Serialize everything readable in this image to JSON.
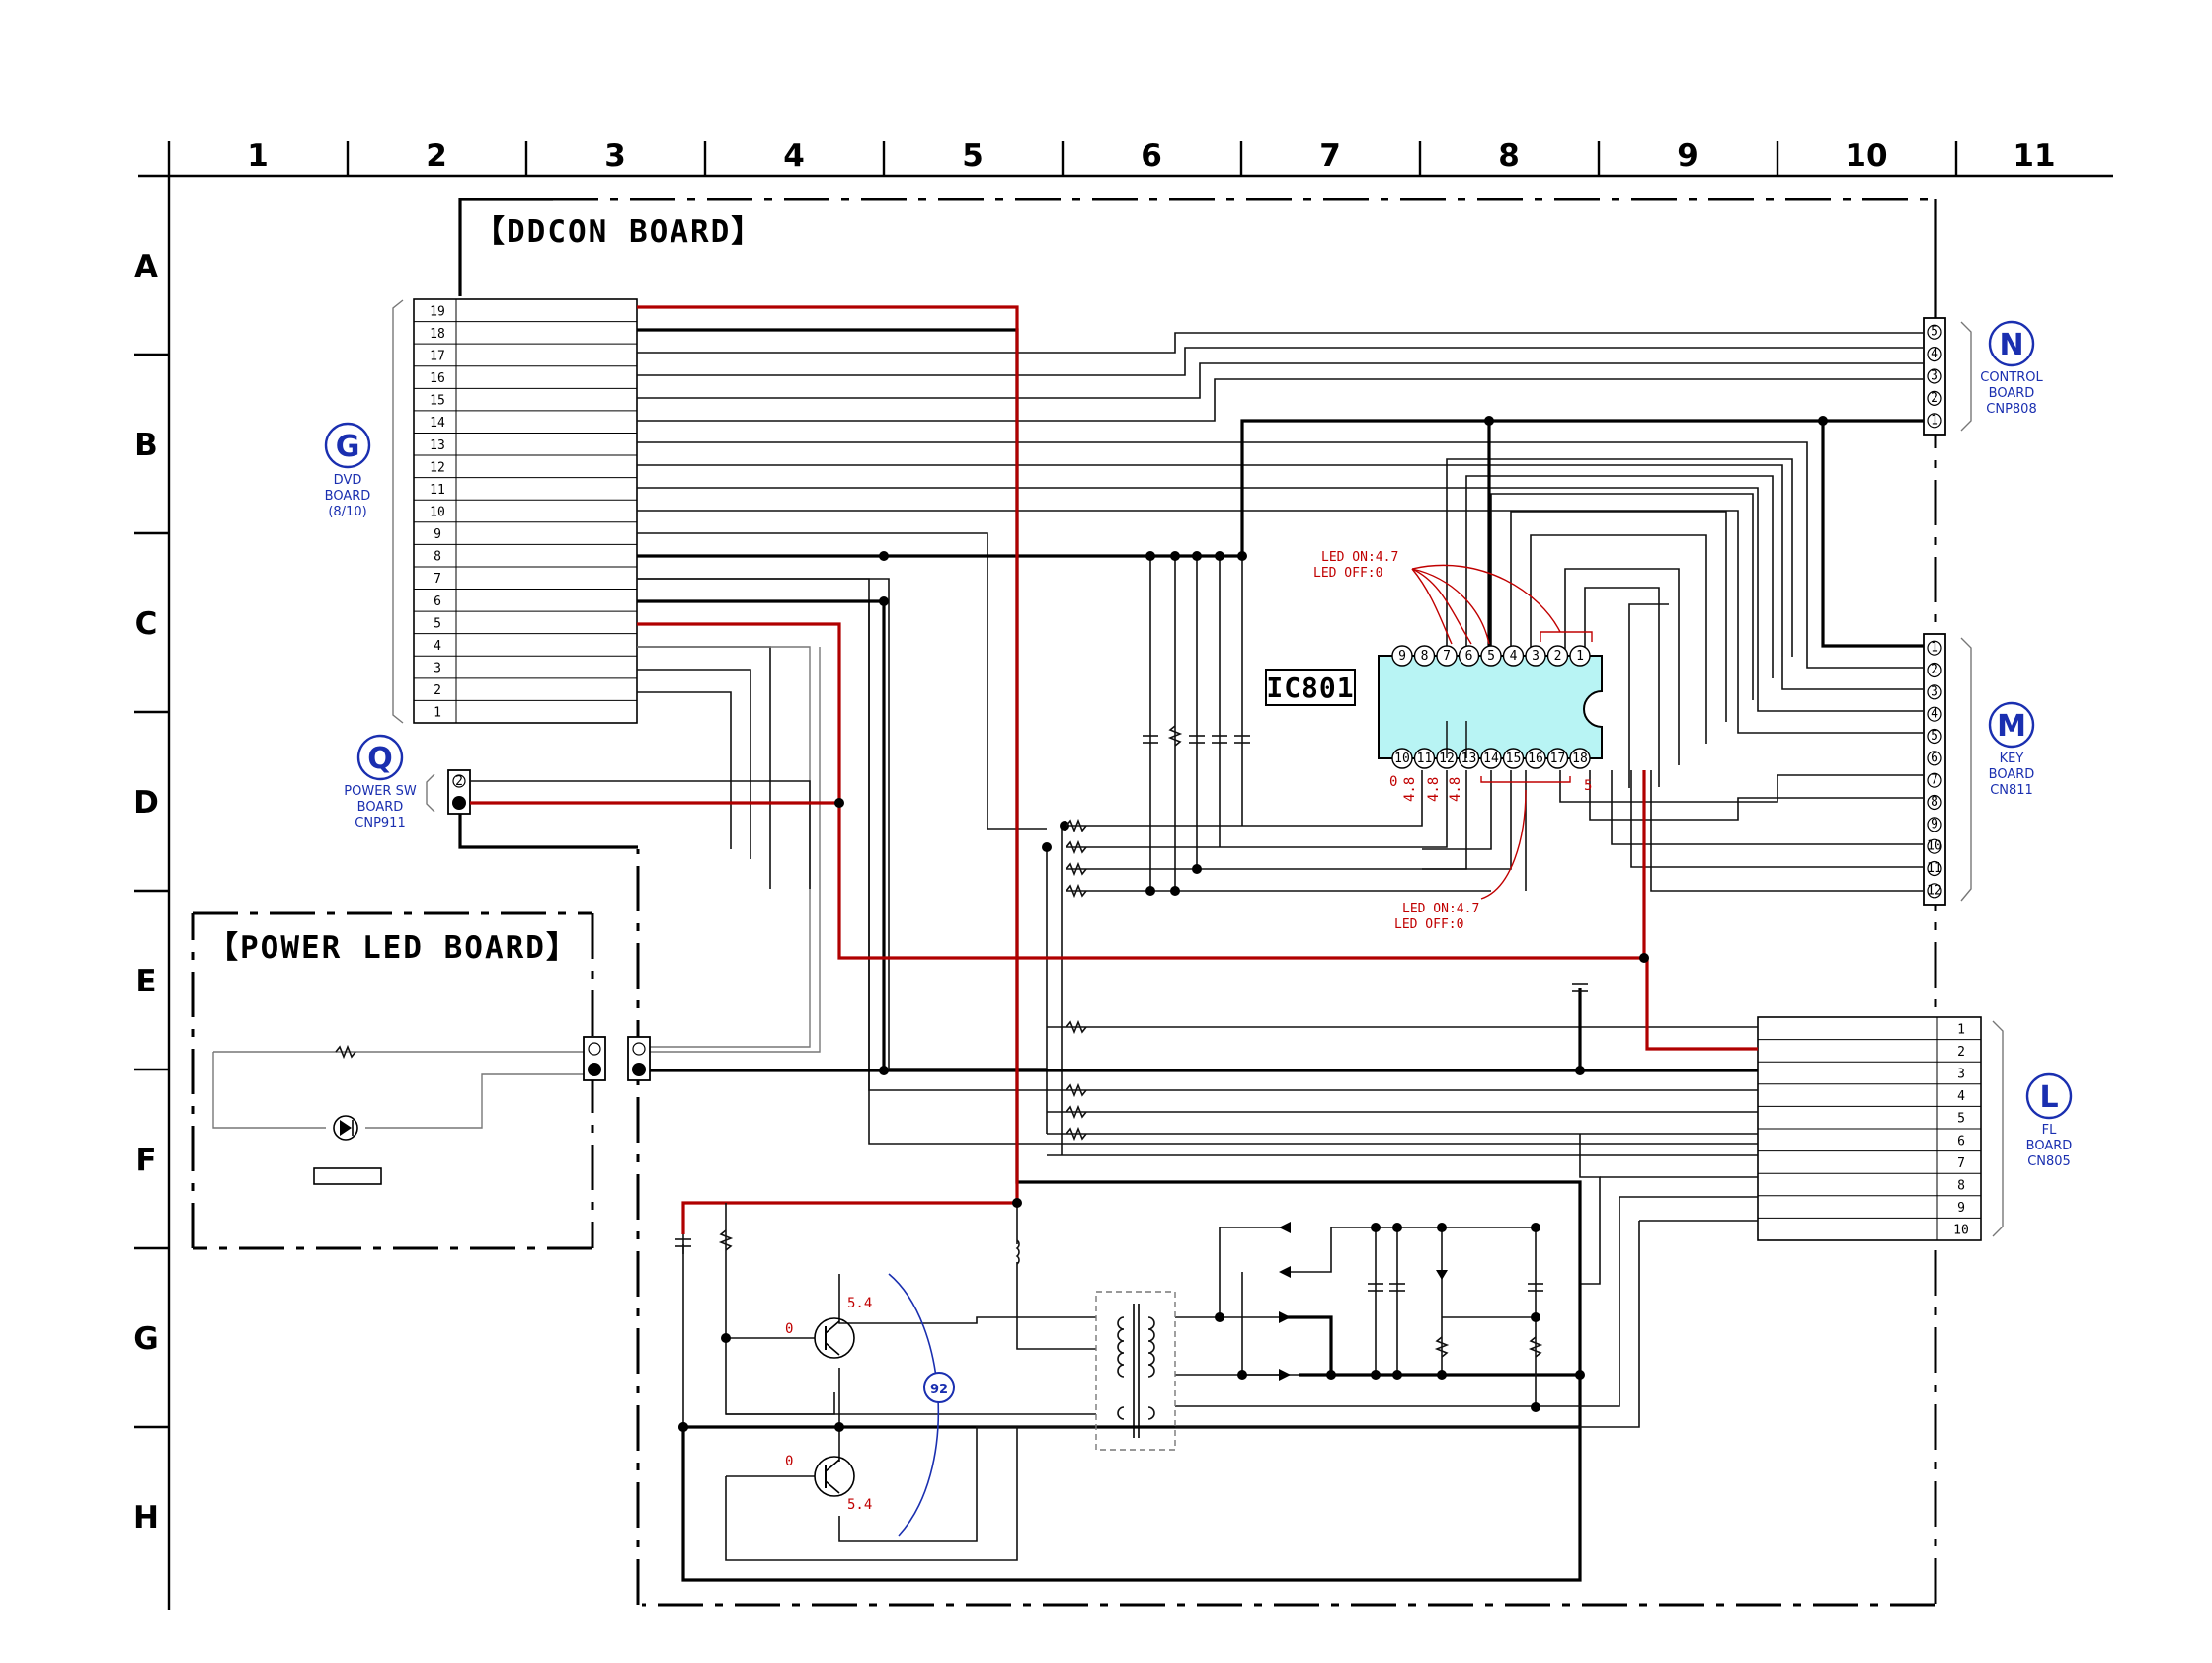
{
  "grid": {
    "columns": [
      "1",
      "2",
      "3",
      "4",
      "5",
      "6",
      "7",
      "8",
      "9",
      "10",
      "11"
    ],
    "rows": [
      "A",
      "B",
      "C",
      "D",
      "E",
      "F",
      "G",
      "H"
    ]
  },
  "boards": {
    "ddcon": "【DDCON BOARD】",
    "power_led": "【POWER LED BOARD】"
  },
  "ic": {
    "label": "IC801",
    "top_pins": [
      "9",
      "8",
      "7",
      "6",
      "5",
      "4",
      "3",
      "2",
      "1"
    ],
    "bottom_pins": [
      "10",
      "11",
      "12",
      "13",
      "14",
      "15",
      "16",
      "17",
      "18"
    ]
  },
  "connectors": {
    "G": {
      "letter": "G",
      "lines": [
        "DVD",
        "BOARD",
        "(8/10)"
      ],
      "pins": [
        "19",
        "18",
        "17",
        "16",
        "15",
        "14",
        "13",
        "12",
        "11",
        "10",
        "9",
        "8",
        "7",
        "6",
        "5",
        "4",
        "3",
        "2",
        "1"
      ]
    },
    "N": {
      "letter": "N",
      "lines": [
        "CONTROL",
        "BOARD",
        "CNP808"
      ],
      "pins": [
        "5",
        "4",
        "3",
        "2",
        "1"
      ]
    },
    "M": {
      "letter": "M",
      "lines": [
        "KEY",
        "BOARD",
        "CN811"
      ],
      "pins": [
        "1",
        "2",
        "3",
        "4",
        "5",
        "6",
        "7",
        "8",
        "9",
        "10",
        "11",
        "12"
      ]
    },
    "Q": {
      "letter": "Q",
      "lines": [
        "POWER SW",
        "BOARD",
        "CNP911"
      ],
      "pins": [
        "2",
        "1"
      ]
    },
    "L": {
      "letter": "L",
      "lines": [
        "FL",
        "BOARD",
        "CN805"
      ],
      "pins": [
        "1",
        "2",
        "3",
        "4",
        "5",
        "6",
        "7",
        "8",
        "9",
        "10"
      ]
    }
  },
  "annotations": {
    "led_top": [
      "LED ON:4.7",
      "LED OFF:0"
    ],
    "led_bottom": [
      "LED ON:4.7",
      "LED OFF:0"
    ],
    "ic_voltages": [
      "0",
      "4.8",
      "4.8",
      "4.8",
      "5"
    ],
    "q_top": {
      "base": "0",
      "collector": "5.4"
    },
    "q_bottom": {
      "base": "0",
      "collector": "5.4"
    },
    "waveform_ref": "92"
  }
}
